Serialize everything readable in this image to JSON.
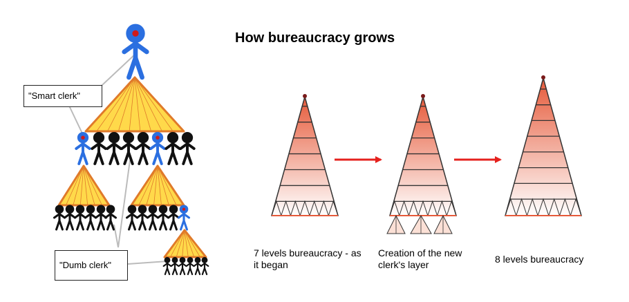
{
  "title": "How bureaucracy grows",
  "callouts": {
    "smart": "\"Smart clerk\"",
    "dumb": "\"Dumb clerk\""
  },
  "captions": {
    "first": "7 levels bureaucracy - as it began",
    "second": "Creation of the new clerk's layer",
    "third": "8 levels bureaucracy"
  },
  "colors": {
    "smart_clerk": "#2b6fe0",
    "clerk_head_dot": "#d11a1a",
    "dumb_clerk": "#111111",
    "triangle_fill": "#ffd94a",
    "triangle_edge": "#e07a2a",
    "pyramid_top": "#e65a3a",
    "pyramid_bottom": "#ffffff",
    "arrow": "#e5211d"
  },
  "icons": [
    "person-icon",
    "arrow-right-icon"
  ]
}
